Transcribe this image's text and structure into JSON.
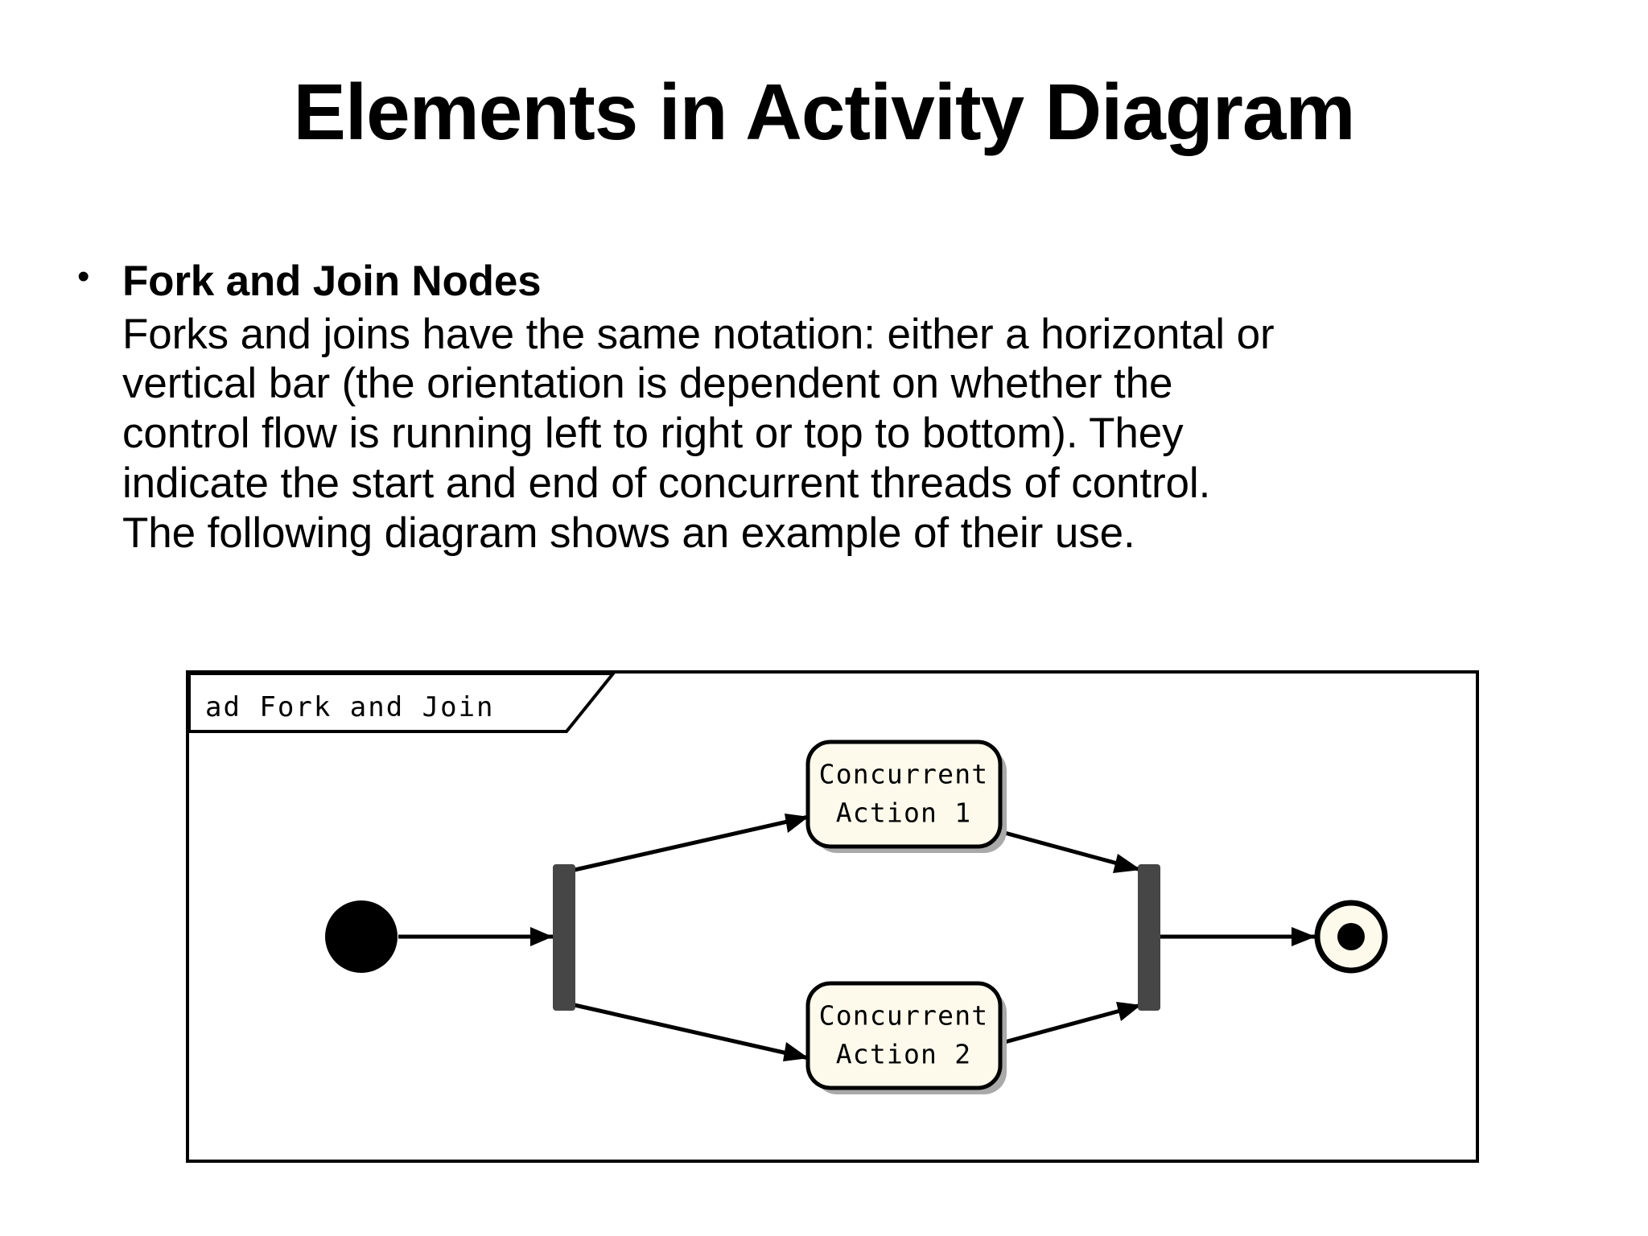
{
  "slide": {
    "title": "Elements in Activity Diagram"
  },
  "bullet": {
    "marker": "•",
    "heading": "Fork and Join Nodes",
    "paragraph_lines": [
      "Forks and joins have the same notation: either a horizontal or",
      "vertical bar (the orientation is dependent on whether the",
      "control flow is running left to right or top to bottom). They",
      "indicate the start and end of concurrent threads of control.",
      "The following diagram shows an example of their use."
    ]
  },
  "diagram": {
    "tab_label": "ad Fork and Join",
    "nodes": {
      "initial": {
        "name": "initial-node",
        "label": ""
      },
      "fork_bar": {
        "name": "fork-bar",
        "label": ""
      },
      "action_1": {
        "label_line_1": "Concurrent",
        "label_line_2": "Action 1"
      },
      "action_2": {
        "label_line_1": "Concurrent",
        "label_line_2": "Action 2"
      },
      "join_bar": {
        "name": "join-bar",
        "label": ""
      },
      "final": {
        "name": "activity-final-node",
        "label": ""
      }
    },
    "colors": {
      "frame_border": "#000000",
      "node_fill": "#fdfaec",
      "node_border": "#000000",
      "node_shadow": "#a9a9a9",
      "bar_fill": "#464646",
      "initial_fill": "#000000",
      "flow_line": "#000000",
      "background": "#ffffff"
    }
  }
}
